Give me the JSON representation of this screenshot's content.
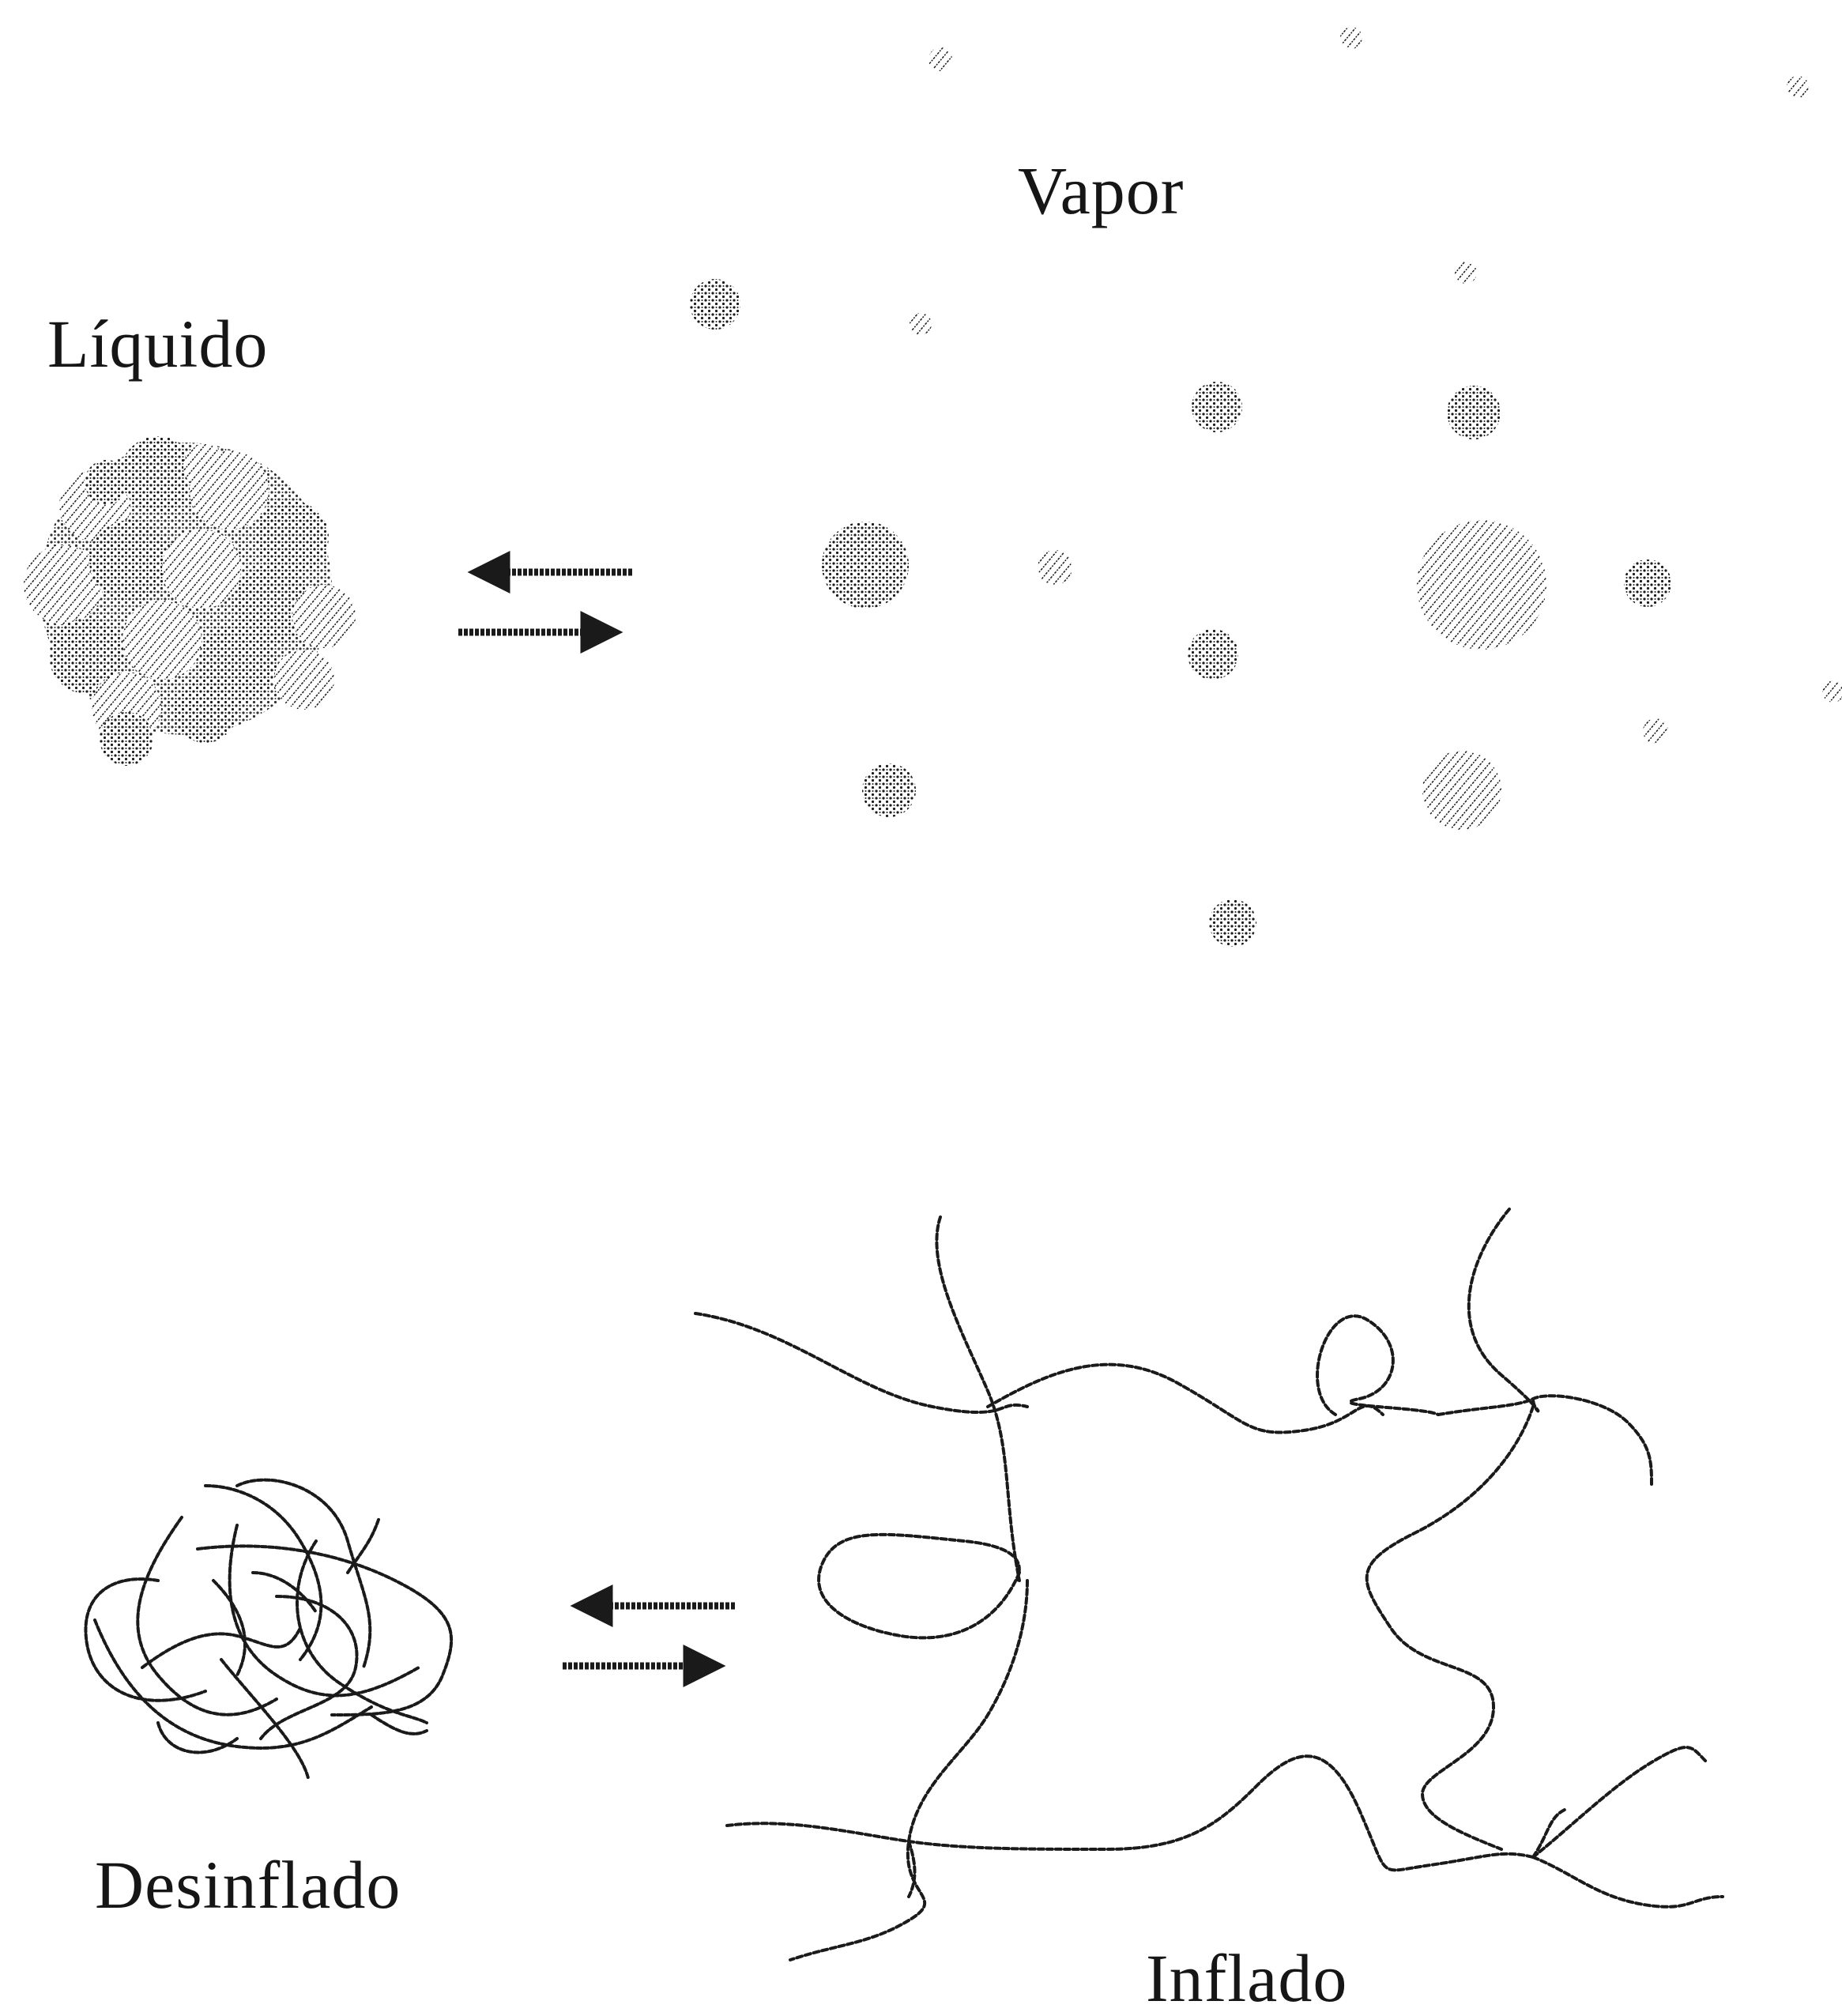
{
  "labels": {
    "liquid": "Líquido",
    "vapor": "Vapor",
    "deflated": "Desinflado",
    "inflated": "Inflado"
  },
  "colors": {
    "ink": "#161616",
    "background": "#ffffff"
  },
  "icons": {
    "equilibrium": "equilibrium-arrows-icon"
  }
}
